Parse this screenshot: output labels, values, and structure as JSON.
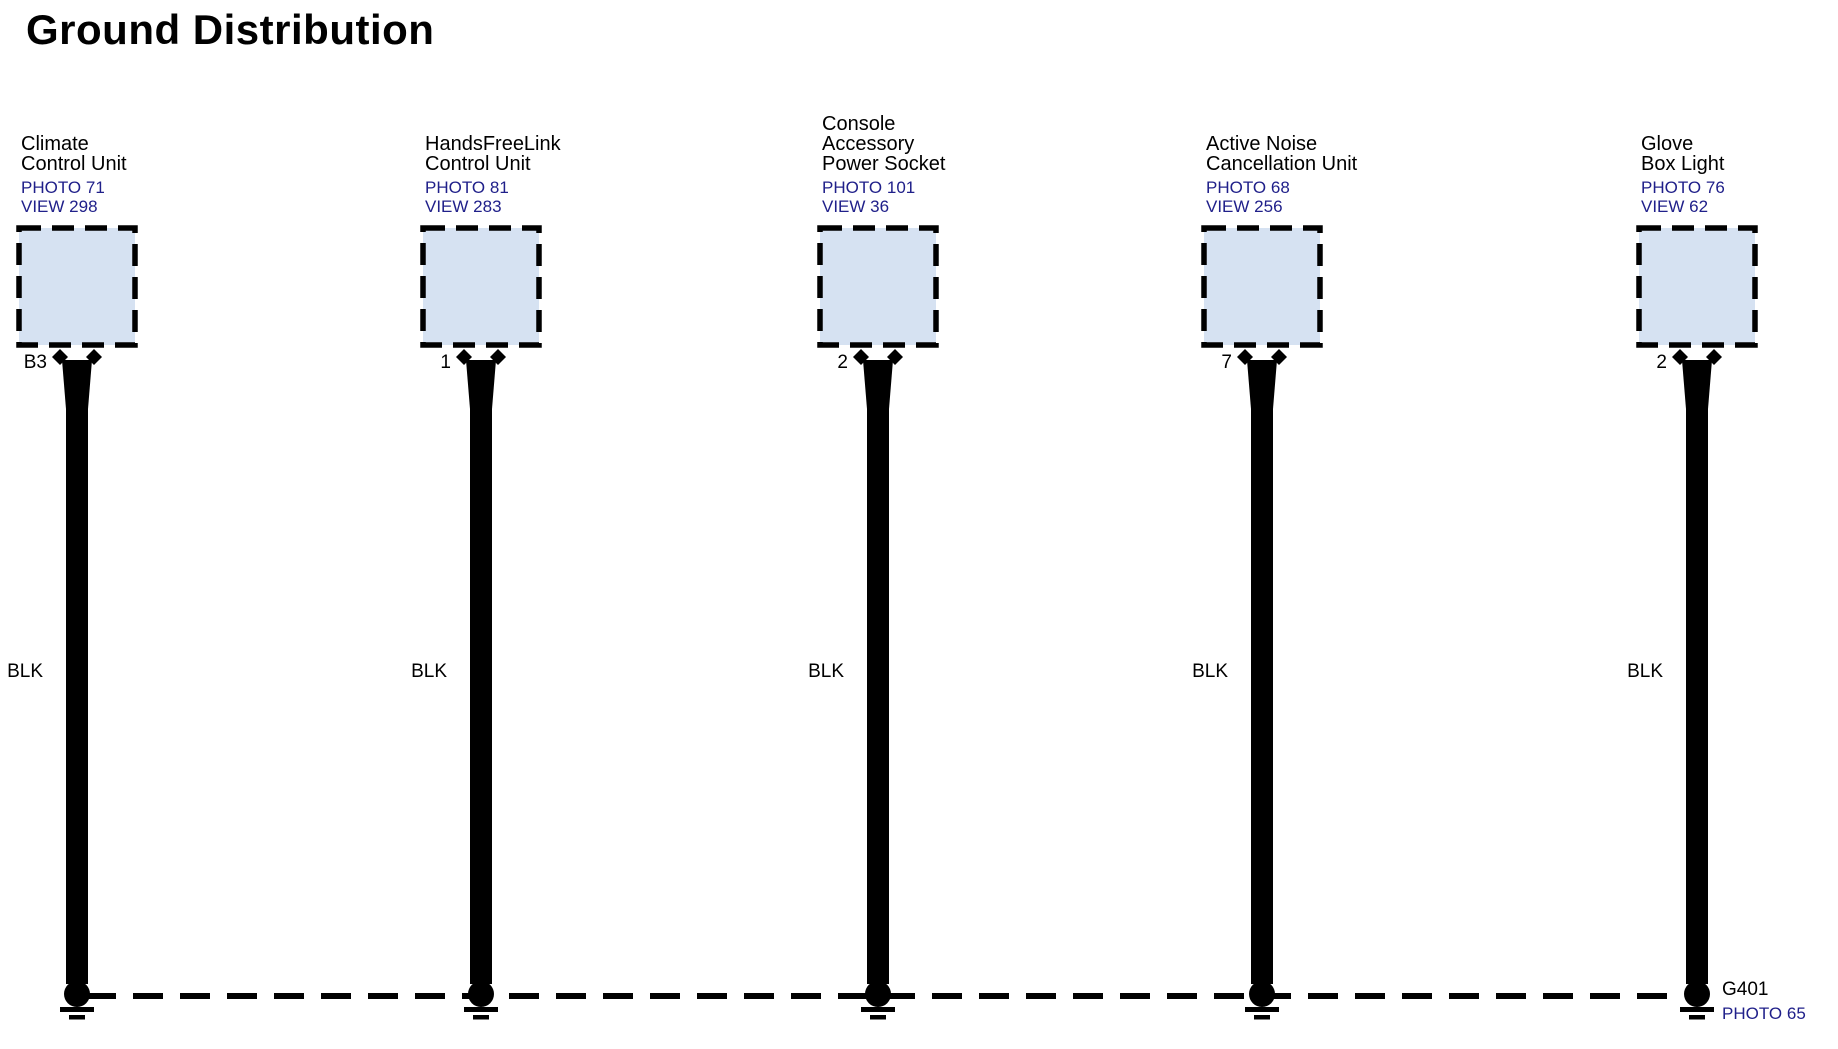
{
  "title": "Ground Distribution",
  "colors": {
    "box_fill": "#d6e2f2",
    "reference_link": "#20208a",
    "wire": "#000000"
  },
  "components": [
    {
      "name_lines": [
        "Climate",
        "Control Unit"
      ],
      "photo": "PHOTO 71",
      "view": "VIEW 298",
      "pin": "B3",
      "wire_color": "BLK"
    },
    {
      "name_lines": [
        "HandsFreeLink",
        "Control Unit"
      ],
      "photo": "PHOTO 81",
      "view": "VIEW 283",
      "pin": "1",
      "wire_color": "BLK"
    },
    {
      "name_lines": [
        "Console",
        "Accessory",
        "Power Socket"
      ],
      "photo": "PHOTO 101",
      "view": "VIEW 36",
      "pin": "2",
      "wire_color": "BLK"
    },
    {
      "name_lines": [
        "Active Noise",
        "Cancellation Unit"
      ],
      "photo": "PHOTO 68",
      "view": "VIEW 256",
      "pin": "7",
      "wire_color": "BLK"
    },
    {
      "name_lines": [
        "Glove",
        "Box Light"
      ],
      "photo": "PHOTO 76",
      "view": "VIEW 62",
      "pin": "2",
      "wire_color": "BLK"
    }
  ],
  "ground": {
    "label": "G401",
    "photo": "PHOTO 65"
  }
}
